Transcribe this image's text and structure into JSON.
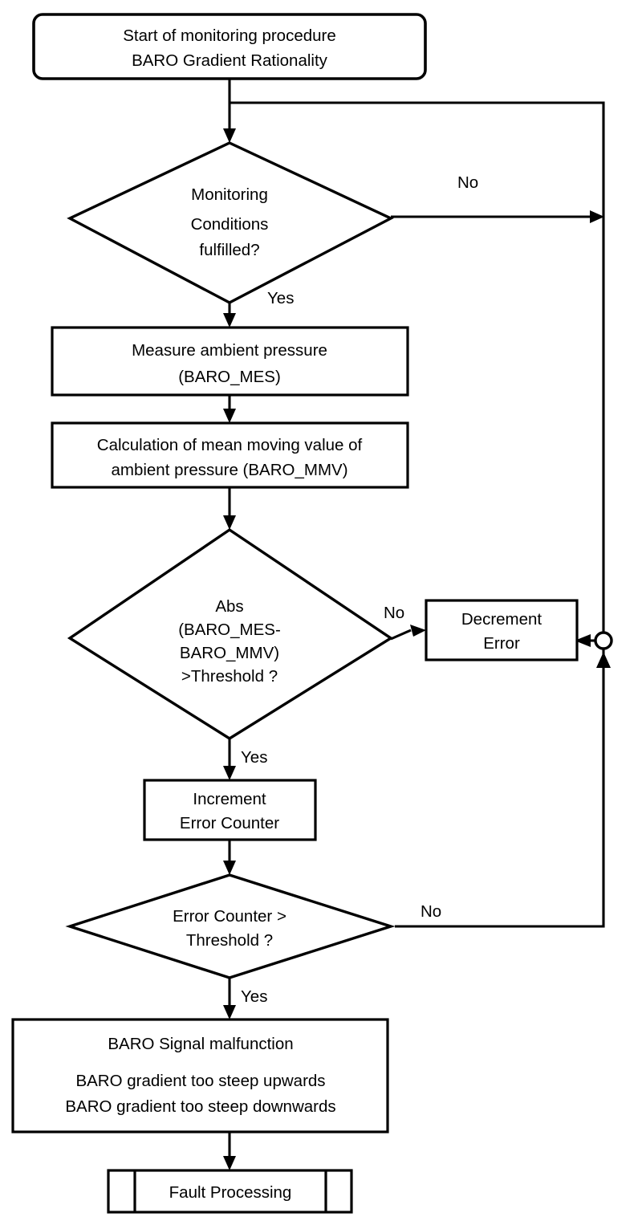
{
  "diagram": {
    "title": "BARO Gradient Rationality monitoring procedure flowchart",
    "type": "flowchart",
    "colors": {
      "stroke": "#000000",
      "fill": "#ffffff",
      "text": "#000000"
    },
    "nodes": [
      {
        "id": "start",
        "shape": "rounded-rectangle",
        "lines": [
          "Start of monitoring procedure",
          "BARO Gradient Rationality"
        ]
      },
      {
        "id": "decision-monitoring-conditions",
        "shape": "diamond",
        "lines": [
          "Monitoring",
          "Conditions",
          "fulfilled?"
        ]
      },
      {
        "id": "measure-ambient-pressure",
        "shape": "rectangle",
        "lines": [
          "Measure ambient pressure",
          "(BARO_MES)"
        ]
      },
      {
        "id": "calculate-mean-moving-value",
        "shape": "rectangle",
        "lines": [
          "Calculation of mean moving value of",
          "ambient pressure (BARO_MMV)"
        ]
      },
      {
        "id": "decision-threshold",
        "shape": "diamond",
        "lines": [
          "Abs",
          "(BARO_MES-",
          "BARO_MMV)",
          ">Threshold ?"
        ]
      },
      {
        "id": "decrement-error",
        "shape": "rectangle",
        "lines": [
          "Decrement",
          "Error"
        ]
      },
      {
        "id": "increment-error-counter",
        "shape": "rectangle",
        "lines": [
          "Increment",
          "Error Counter"
        ]
      },
      {
        "id": "decision-error-counter",
        "shape": "diamond",
        "lines": [
          "Error Counter >",
          "Threshold ?"
        ]
      },
      {
        "id": "baro-signal-malfunction",
        "shape": "rectangle",
        "lines": [
          "BARO Signal malfunction",
          "BARO gradient too steep upwards",
          "BARO gradient too steep downwards"
        ]
      },
      {
        "id": "fault-processing",
        "shape": "predefined-process",
        "lines": [
          "Fault Processing"
        ]
      }
    ],
    "branch_labels": {
      "monitoring_no": "No",
      "monitoring_yes": "Yes",
      "threshold_no": "No",
      "threshold_yes": "Yes",
      "counter_no": "No",
      "counter_yes": "Yes"
    }
  }
}
